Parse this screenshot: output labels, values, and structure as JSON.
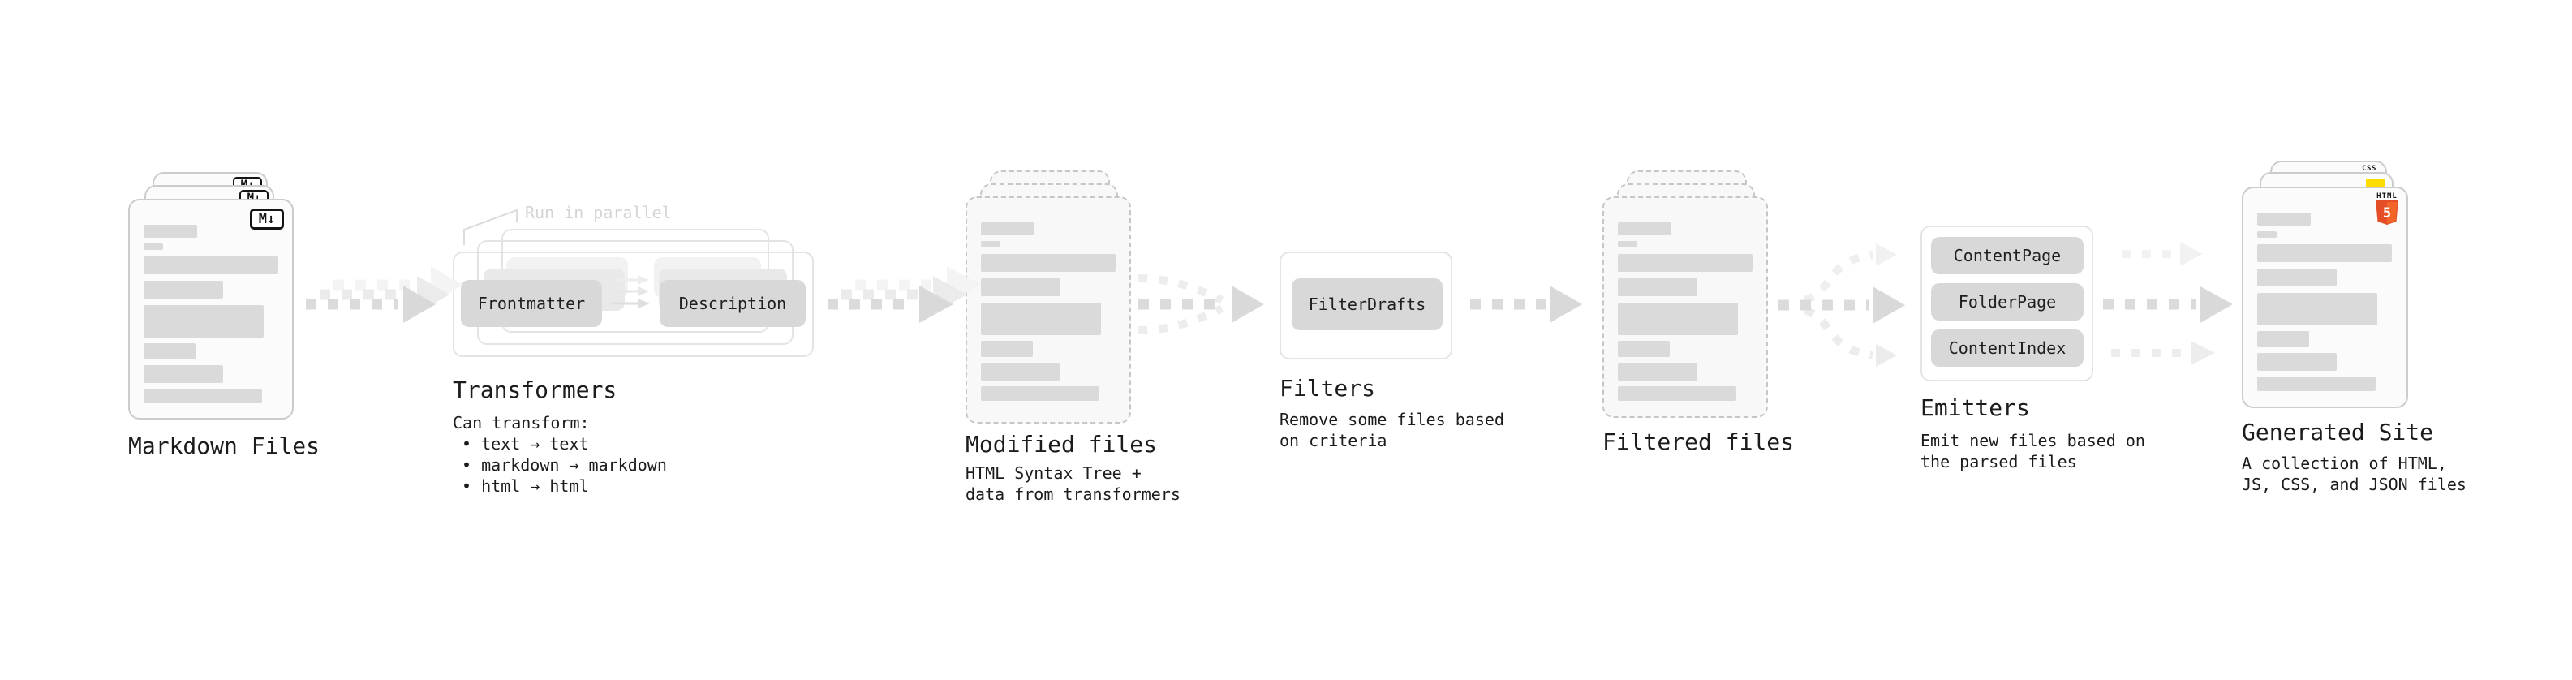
{
  "stages": {
    "markdown_files": {
      "label": "Markdown Files",
      "badge": "M↓"
    },
    "transformers": {
      "label": "Transformers",
      "annotation": "Run in parallel",
      "frontmatter": "Frontmatter",
      "description": "Description",
      "note_title": "Can transform:",
      "note_items": [
        "• text → text",
        "• markdown → markdown",
        "• html → html"
      ]
    },
    "modified_files": {
      "label": "Modified files",
      "note_line1": "HTML Syntax Tree +",
      "note_line2": "data from transformers"
    },
    "filters": {
      "label": "Filters",
      "box": "FilterDrafts",
      "note_line1": "Remove some files based",
      "note_line2": "on criteria"
    },
    "filtered_files": {
      "label": "Filtered files"
    },
    "emitters": {
      "label": "Emitters",
      "box1": "ContentPage",
      "box2": "FolderPage",
      "box3": "ContentIndex",
      "note_line1": "Emit new files based on",
      "note_line2": "the parsed files"
    },
    "generated_site": {
      "label": "Generated Site",
      "note_line1": "A collection of HTML,",
      "note_line2": "JS, CSS, and JSON files",
      "css_badge": "CSS",
      "html_word": "HTML",
      "html_number": "5"
    }
  },
  "colors": {
    "html5_orange_dark": "#e44d26",
    "html5_orange_light": "#f16529",
    "js_yellow": "#ffdd00",
    "css_blue": "#2965f1"
  }
}
